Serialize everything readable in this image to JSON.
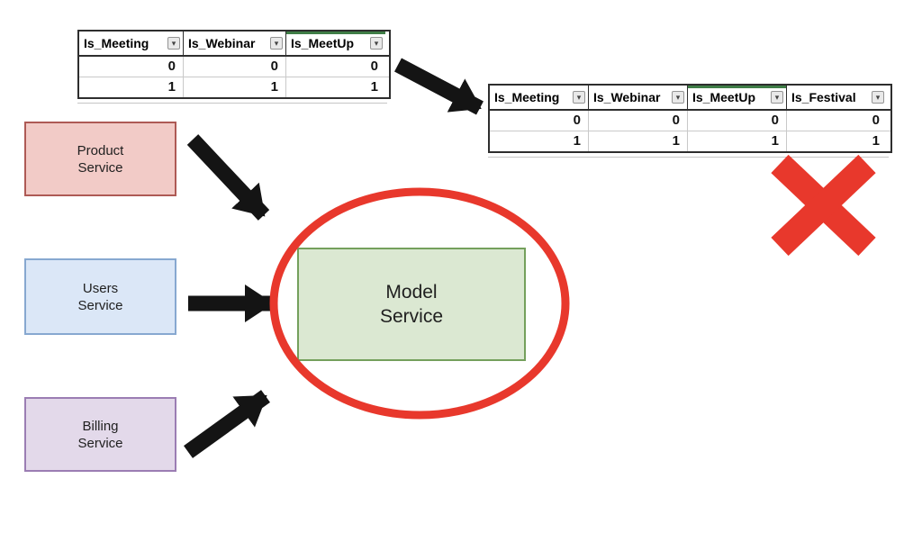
{
  "accent": {
    "red": "#E8382C",
    "stripe_green": "#3F7D46",
    "arrow_black": "#141414"
  },
  "ui": {
    "filter_glyph": "▾"
  },
  "tables": {
    "before": {
      "columns": [
        "Is_Meeting",
        "Is_Webinar",
        "Is_MeetUp"
      ],
      "rows": [
        [
          "0",
          "0",
          "0"
        ],
        [
          "1",
          "1",
          "1"
        ]
      ]
    },
    "after": {
      "columns": [
        "Is_Meeting",
        "Is_Webinar",
        "Is_MeetUp",
        "Is_Festival"
      ],
      "rows": [
        [
          "0",
          "0",
          "0",
          "0"
        ],
        [
          "1",
          "1",
          "1",
          "1"
        ]
      ]
    }
  },
  "boxes": {
    "product": {
      "line1": "Product",
      "line2": "Service",
      "style": "background:#F2CBC7;border-color:#AE5A55"
    },
    "users": {
      "line1": "Users",
      "line2": "Service",
      "style": "background:#DBE7F7;border-color:#87A8D0"
    },
    "billing": {
      "line1": "Billing",
      "line2": "Service",
      "style": "background:#E3D9EA;border-color:#9B7DB3"
    },
    "model": {
      "line1": "Model",
      "line2": "Service",
      "style": "background:#DBE8D2;border-color:#74A05C"
    }
  }
}
